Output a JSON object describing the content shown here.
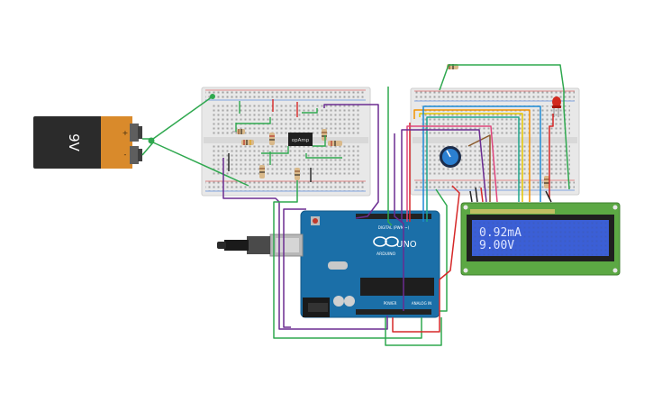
{
  "battery": {
    "label": "9V",
    "plus": "+",
    "minus": "-"
  },
  "breadboard_left": {
    "chip_label": "opAmp"
  },
  "arduino": {
    "model": "UNO",
    "brand": "ARDUINO",
    "digital_label": "DIGITAL (PWM ~)",
    "power_label": "POWER",
    "analog_label": "ANALOG IN"
  },
  "lcd": {
    "line1": "0.92mA",
    "line2": "9.00V"
  },
  "colors": {
    "wire_green": "#2fa84f",
    "wire_purple": "#6b2c91",
    "wire_red": "#d62828",
    "wire_orange": "#f39200",
    "wire_yellow": "#e6c700",
    "wire_blue": "#1b8ad6",
    "wire_brown": "#8a5a2b",
    "wire_pink": "#e0457b",
    "arduino_blue": "#1b6fa8",
    "lcd_screen": "#3b5fd6",
    "lcd_text": "#dfe6ff",
    "pcb_green": "#5ca844"
  }
}
